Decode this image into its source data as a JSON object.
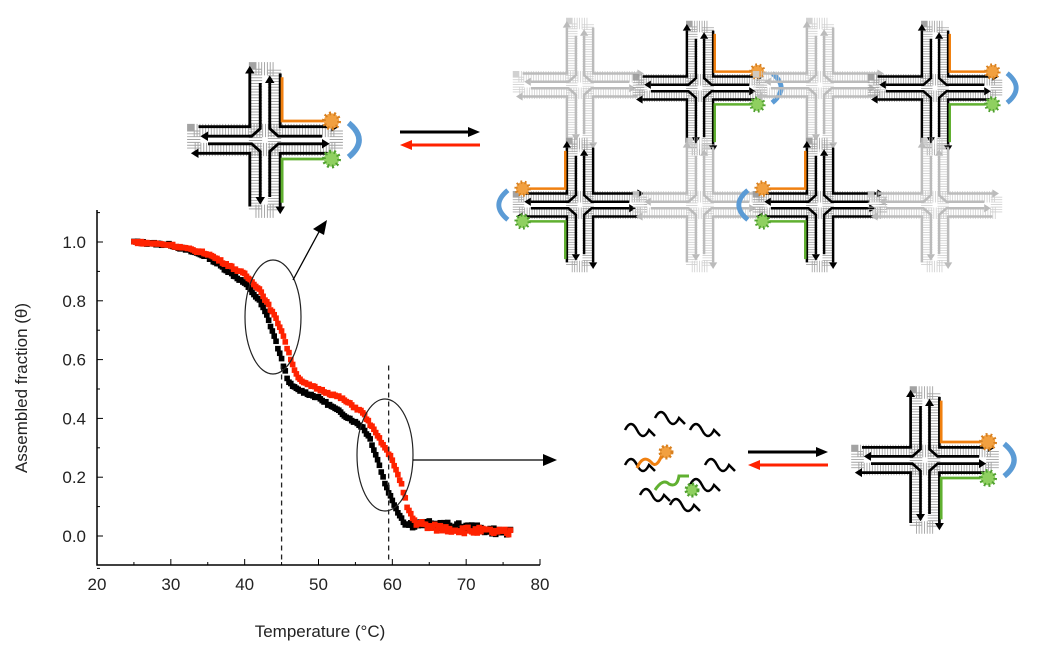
{
  "chart_data": {
    "type": "scatter",
    "title": "",
    "xlabel": "Temperature (°C)",
    "ylabel": "Assembled fraction (θ)",
    "xlim": [
      20,
      80
    ],
    "ylim": [
      -0.1,
      1.1
    ],
    "xticks": [
      "20",
      "30",
      "40",
      "50",
      "60",
      "70",
      "80"
    ],
    "yticks": [
      "0.0",
      "0.2",
      "0.4",
      "0.6",
      "0.8",
      "1.0"
    ],
    "grid": false,
    "series": [
      {
        "name": "black",
        "color": "#000000",
        "x": [
          25,
          30,
          35,
          40,
          42,
          43,
          44,
          45,
          46,
          47,
          50,
          53,
          56,
          57,
          58,
          59,
          60,
          61,
          62,
          65,
          70,
          76
        ],
        "y": [
          1.0,
          0.99,
          0.95,
          0.86,
          0.8,
          0.75,
          0.68,
          0.6,
          0.52,
          0.5,
          0.47,
          0.42,
          0.37,
          0.33,
          0.26,
          0.18,
          0.12,
          0.07,
          0.04,
          0.04,
          0.03,
          0.01
        ]
      },
      {
        "name": "red",
        "color": "#ff2200",
        "x": [
          25,
          30,
          35,
          40,
          42,
          44,
          45,
          46,
          47,
          48,
          50,
          53,
          56,
          58,
          60,
          61,
          62,
          63,
          65,
          70,
          76
        ],
        "y": [
          1.0,
          0.99,
          0.96,
          0.89,
          0.84,
          0.75,
          0.7,
          0.62,
          0.55,
          0.52,
          0.5,
          0.47,
          0.42,
          0.34,
          0.26,
          0.19,
          0.1,
          0.05,
          0.03,
          0.02,
          0.01
        ]
      }
    ],
    "annotations": {
      "dashed_lines_x": [
        45,
        59.5
      ]
    }
  }
}
